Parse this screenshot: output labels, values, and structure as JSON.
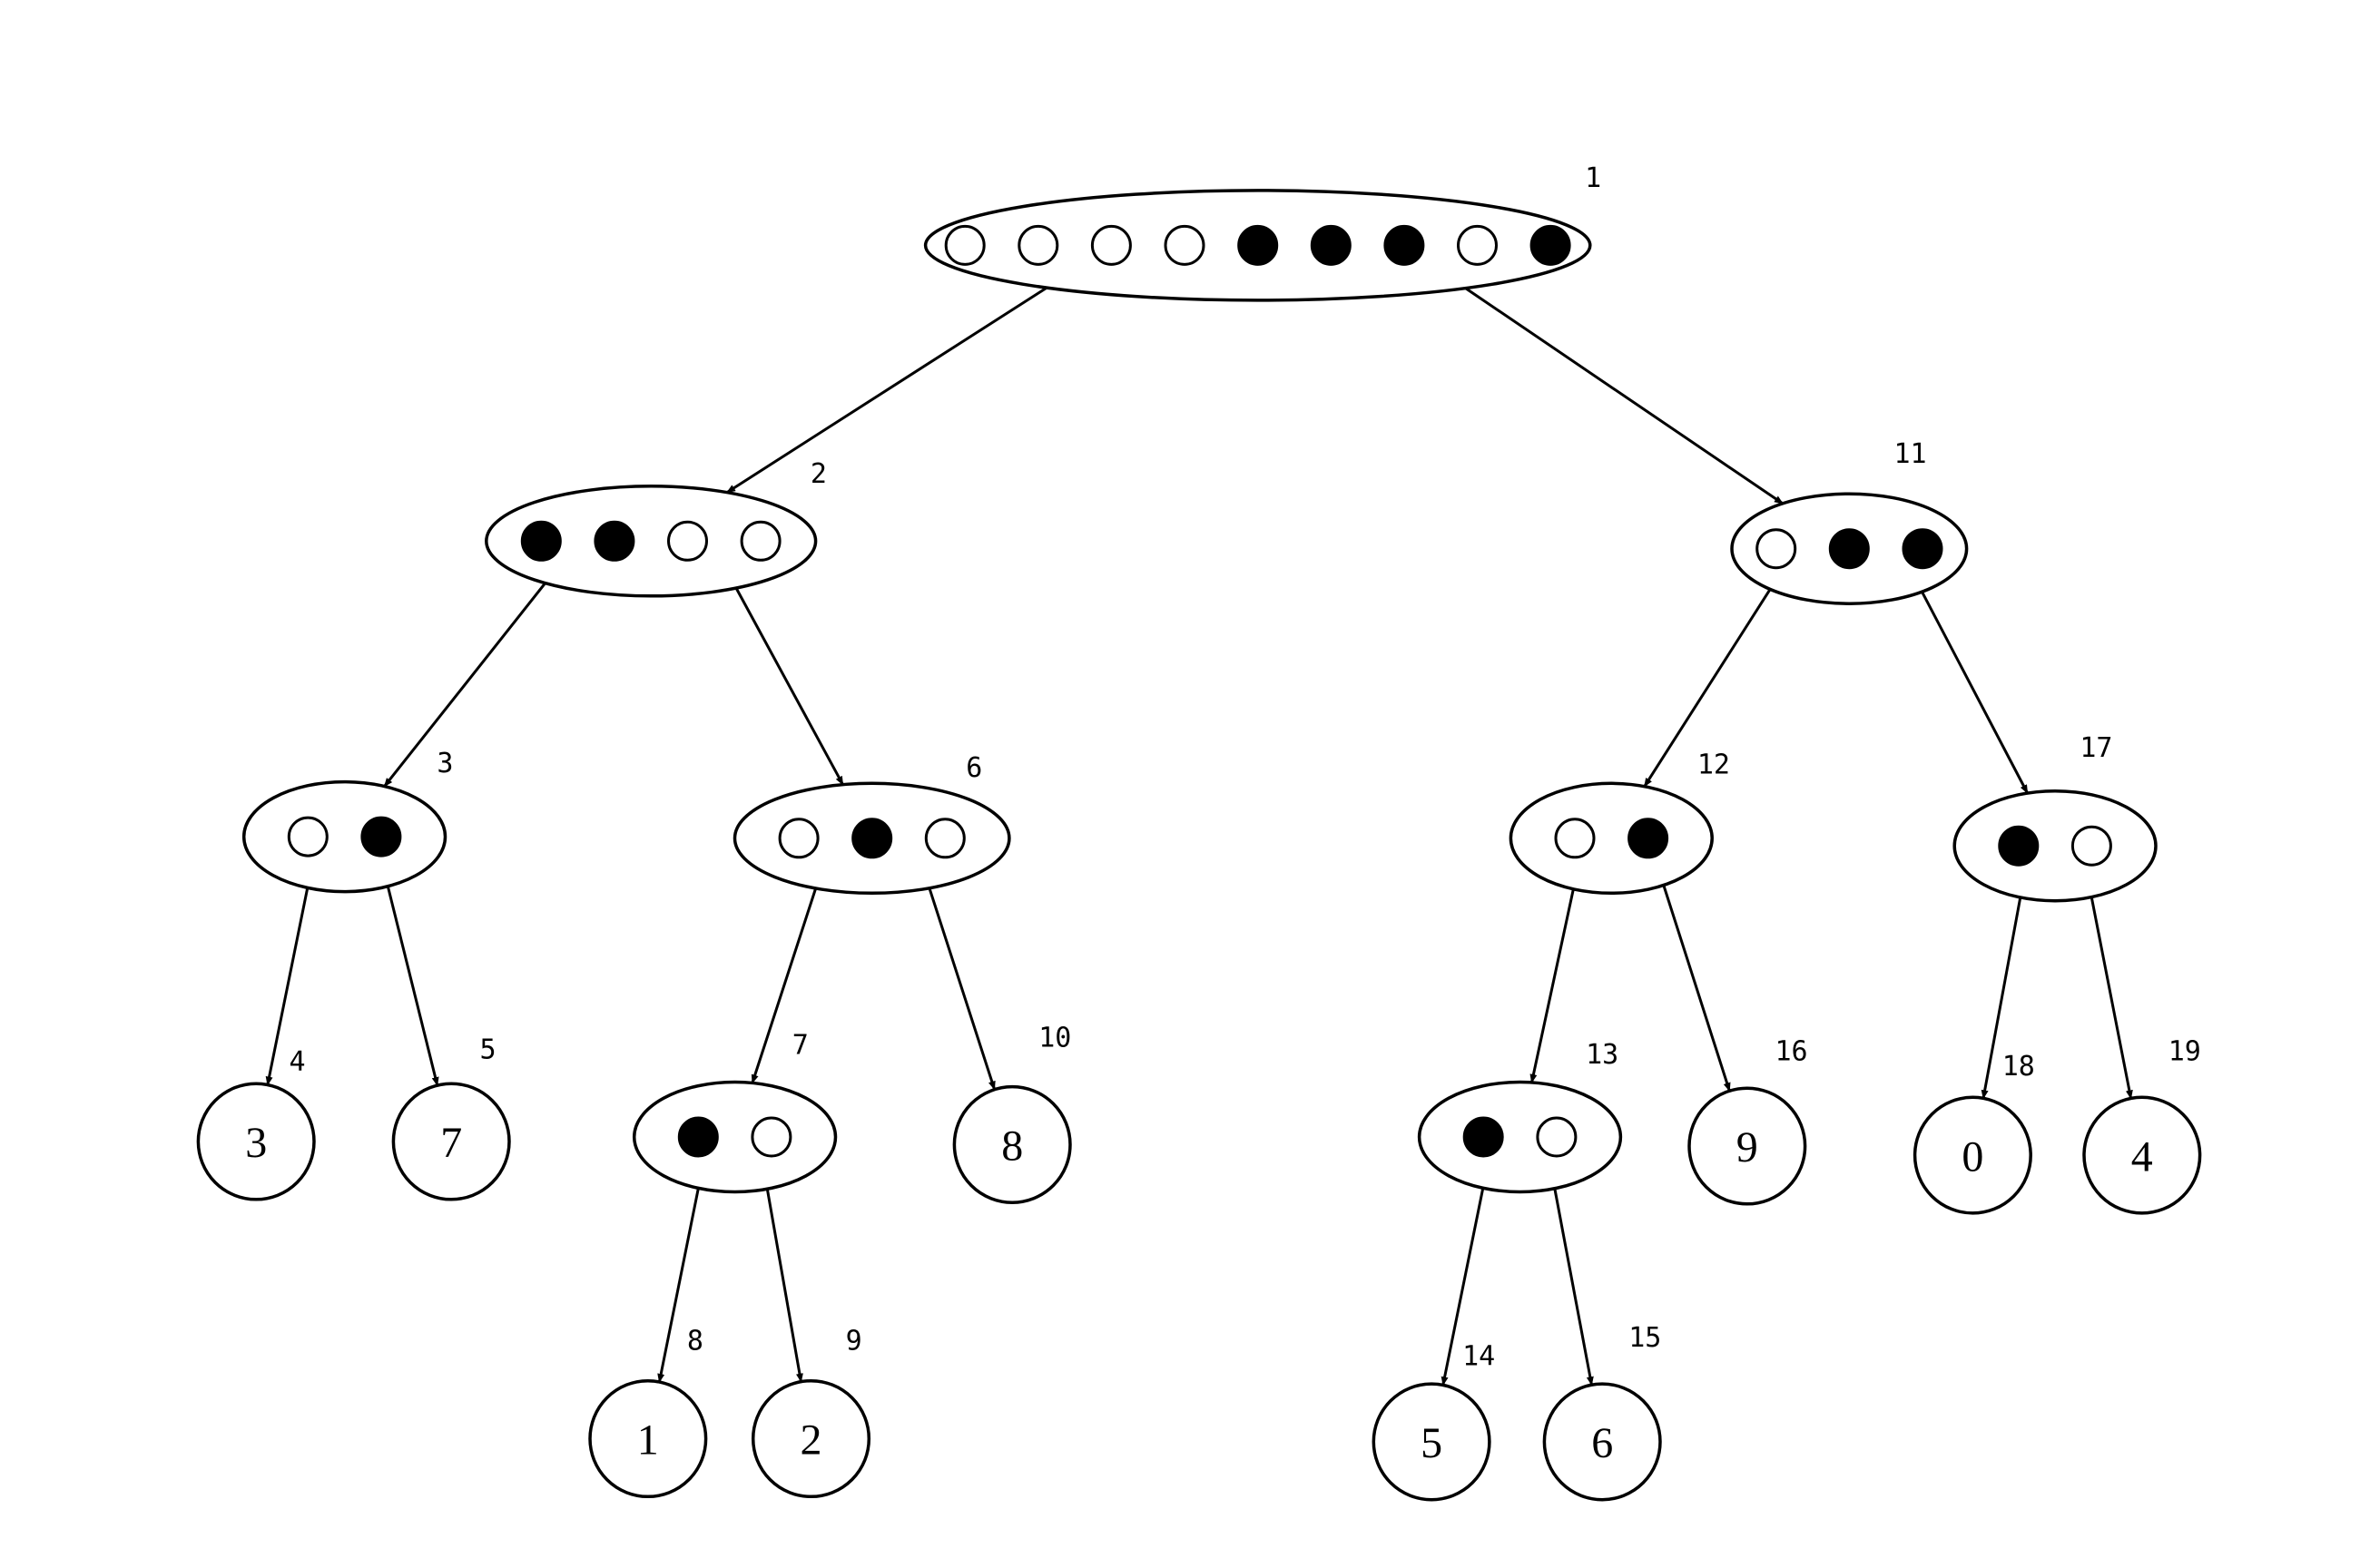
{
  "nodes": [
    {
      "id": "1",
      "dots": [
        "empty",
        "empty",
        "empty",
        "empty",
        "filled",
        "filled",
        "filled",
        "empty",
        "filled"
      ]
    },
    {
      "id": "2",
      "dots": [
        "filled",
        "filled",
        "empty",
        "empty"
      ]
    },
    {
      "id": "3",
      "dots": [
        "empty",
        "filled"
      ]
    },
    {
      "id": "4",
      "label": "3"
    },
    {
      "id": "5",
      "label": "7"
    },
    {
      "id": "6",
      "dots": [
        "empty",
        "filled",
        "empty"
      ]
    },
    {
      "id": "7",
      "dots": [
        "filled",
        "empty"
      ]
    },
    {
      "id": "8",
      "label": "1"
    },
    {
      "id": "9",
      "label": "2"
    },
    {
      "id": "10",
      "label": "8"
    },
    {
      "id": "11",
      "dots": [
        "empty",
        "filled",
        "filled"
      ]
    },
    {
      "id": "12",
      "dots": [
        "empty",
        "filled"
      ]
    },
    {
      "id": "13",
      "dots": [
        "filled",
        "empty"
      ]
    },
    {
      "id": "14",
      "label": "5"
    },
    {
      "id": "15",
      "label": "6"
    },
    {
      "id": "16",
      "label": "9"
    },
    {
      "id": "17",
      "dots": [
        "filled",
        "empty"
      ]
    },
    {
      "id": "18",
      "label": "0"
    },
    {
      "id": "19",
      "label": "4"
    }
  ],
  "edges": [
    {
      "from": "1",
      "to": "2"
    },
    {
      "from": "1",
      "to": "11"
    },
    {
      "from": "2",
      "to": "3"
    },
    {
      "from": "2",
      "to": "6"
    },
    {
      "from": "3",
      "to": "4"
    },
    {
      "from": "3",
      "to": "5"
    },
    {
      "from": "6",
      "to": "7"
    },
    {
      "from": "6",
      "to": "10"
    },
    {
      "from": "7",
      "to": "8"
    },
    {
      "from": "7",
      "to": "9"
    },
    {
      "from": "11",
      "to": "12"
    },
    {
      "from": "11",
      "to": "17"
    },
    {
      "from": "12",
      "to": "13"
    },
    {
      "from": "12",
      "to": "16"
    },
    {
      "from": "13",
      "to": "14"
    },
    {
      "from": "13",
      "to": "15"
    },
    {
      "from": "17",
      "to": "18"
    },
    {
      "from": "17",
      "to": "19"
    }
  ]
}
